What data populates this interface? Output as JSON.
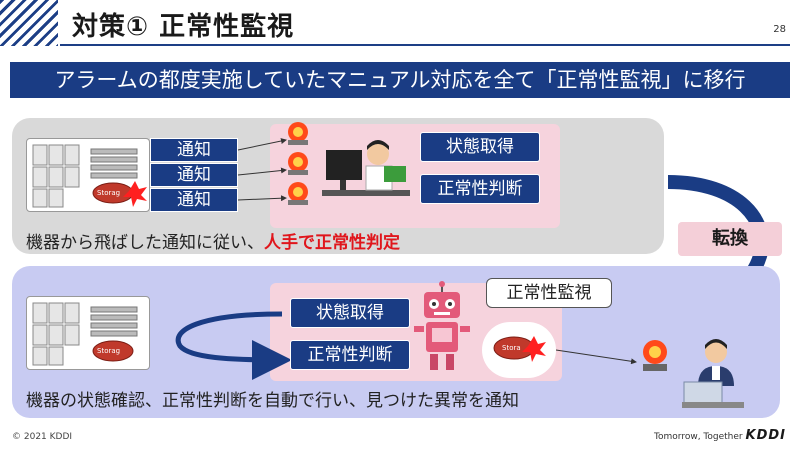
{
  "slide": {
    "title": "対策① 正常性監視",
    "page_number": "28",
    "banner": "アラームの都度実施していたマニュアル対応を全て「正常性監視」に移行"
  },
  "before": {
    "notifications": [
      "通知",
      "通知",
      "通知"
    ],
    "actions": [
      "状態取得",
      "正常性判断"
    ],
    "caption_prefix": "機器から飛ばした通知に従い、",
    "caption_highlight": "人手で正常性判定",
    "storage_label": "Storag"
  },
  "transition_label": "転換",
  "after": {
    "label": "正常性監視",
    "actions": [
      "状態取得",
      "正常性判断"
    ],
    "caption": "機器の状態確認、正常性判断を自動で行い、見つけた異常を通知",
    "storage_label": "Storag",
    "storage_label_2": "Stora"
  },
  "footer": {
    "copyright": "© 2021 KDDI",
    "tagline": "Tomorrow, Together",
    "brand": "KDDI"
  },
  "colors": {
    "navy": "#1a3c84",
    "red": "#e0161c",
    "pink": "#f6d3dd",
    "lavender": "#c8cbf2"
  }
}
